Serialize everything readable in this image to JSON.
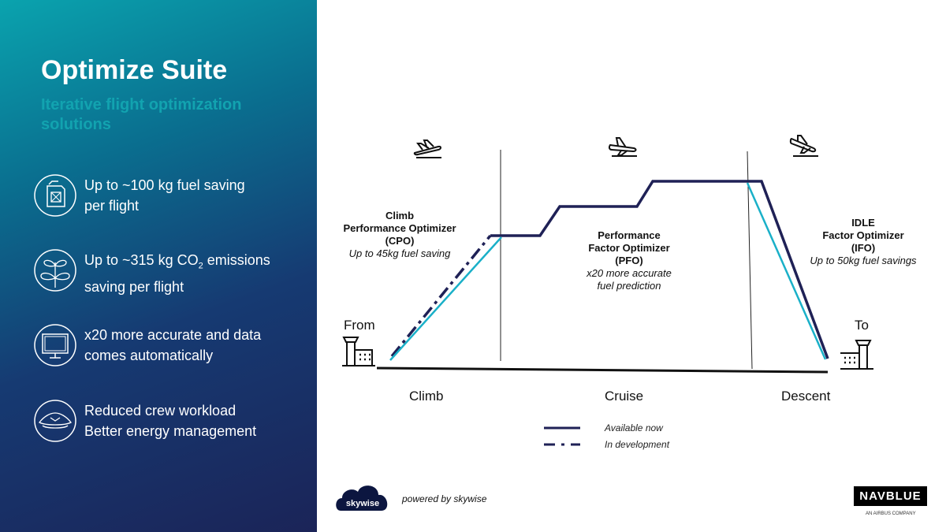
{
  "header": {
    "title": "Optimize Suite",
    "subtitle": "Iterative flight optimization solutions"
  },
  "benefits": [
    {
      "icon": "fuel-can-icon",
      "line1": "Up to ~100 kg fuel saving",
      "line2": "per flight"
    },
    {
      "icon": "plant-icon",
      "line1a": "Up to ~315 kg CO",
      "line1sub": "2",
      "line1b": " emissions",
      "line2": "saving per flight"
    },
    {
      "icon": "monitor-icon",
      "line1": "x20 more accurate and data",
      "line2": "comes automatically"
    },
    {
      "icon": "pilot-cap-icon",
      "line1": "Reduced crew workload",
      "line2": "Better energy management"
    }
  ],
  "diagram": {
    "from": "From",
    "to": "To",
    "phases": [
      "Climb",
      "Cruise",
      "Descent"
    ],
    "cpo": {
      "l1": "Climb",
      "l2": "Performance Optimizer",
      "l3": "(CPO)",
      "note": "Up to 45kg fuel saving"
    },
    "pfo": {
      "l1": "Performance",
      "l2": "Factor Optimizer",
      "l3": "(PFO)",
      "note1": "x20 more accurate",
      "note2": "fuel prediction"
    },
    "ifo": {
      "l1": "IDLE",
      "l2": "Factor Optimizer",
      "l3": "(IFO)",
      "note": "Up to 50kg fuel savings"
    },
    "legend": {
      "available": "Available now",
      "development": "In development"
    },
    "colors": {
      "available": "#1f2156",
      "optimized": "#1ab0c8"
    }
  },
  "footer": {
    "skywise": "skywise",
    "powered": "powered by skywise",
    "brand": "NAVBLUE",
    "brand_sub": "AN AIRBUS COMPANY"
  }
}
